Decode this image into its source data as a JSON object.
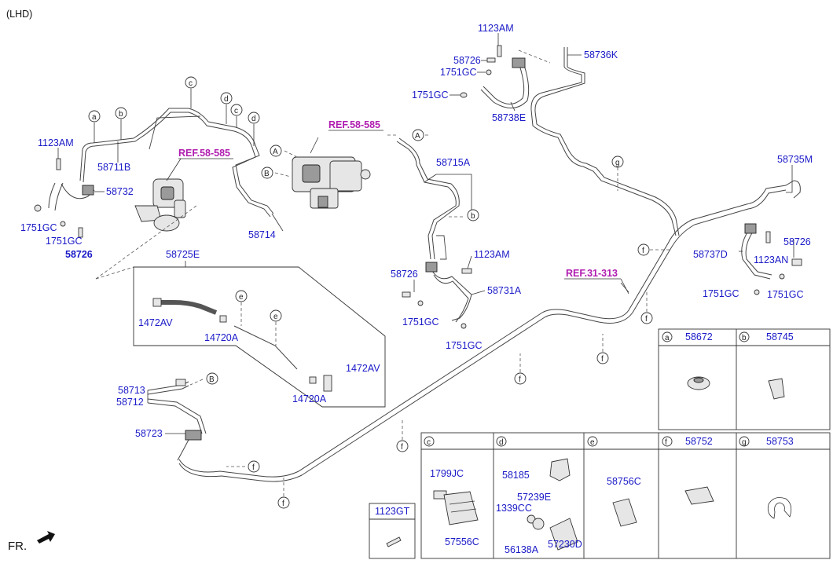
{
  "header": {
    "variant": "(LHD)"
  },
  "footer": {
    "direction": "FR."
  },
  "refs": {
    "ref_a": "REF.58-585",
    "ref_b": "REF.58-585",
    "ref_c": "REF.31-313"
  },
  "labels": {
    "p1123AM_top": "1123AM",
    "p58726_top": "58726",
    "p1751GC_top1": "1751GC",
    "p58736K": "58736K",
    "p1751GC_top2": "1751GC",
    "p58738E": "58738E",
    "p1123AM_left": "1123AM",
    "p58711B": "58711B",
    "p58732": "58732",
    "p1751GC_left1": "1751GC",
    "p1751GC_left2": "1751GC",
    "p58726_left": "58726",
    "p58714": "58714",
    "p58715A": "58715A",
    "p1123AM_mid": "1123AM",
    "p58726_mid": "58726",
    "p58731A": "58731A",
    "p1751GC_mid1": "1751GC",
    "p1751GC_mid2": "1751GC",
    "p58735M": "58735M",
    "p58726_right": "58726",
    "p58737D": "58737D",
    "p1123AN": "1123AN",
    "p1751GC_right1": "1751GC",
    "p1751GC_right2": "1751GC",
    "p58725E": "58725E",
    "p1472AV_a": "1472AV",
    "p14720A_a": "14720A",
    "p1472AV_b": "1472AV",
    "p14720A_b": "14720A",
    "p58713": "58713",
    "p58712": "58712",
    "p58723": "58723"
  },
  "callouts": {
    "a": "a",
    "b": "b",
    "c": "c",
    "d": "d",
    "e": "e",
    "f": "f",
    "g": "g",
    "A": "A",
    "B": "B"
  },
  "table_top": {
    "cells": [
      {
        "letter": "a",
        "part": "58672"
      },
      {
        "letter": "b",
        "part": "58745"
      }
    ]
  },
  "table_bottom": {
    "cells": [
      {
        "letter": "c",
        "parts": [
          "1799JC",
          "57556C"
        ]
      },
      {
        "letter": "d",
        "parts": [
          "58185",
          "57239E",
          "1339CC",
          "56138A",
          "57230D"
        ]
      },
      {
        "letter": "e",
        "parts": [
          "58756C"
        ]
      },
      {
        "letter": "f",
        "part": "58752"
      },
      {
        "letter": "g",
        "part": "58753"
      }
    ]
  },
  "standalone_box": {
    "part": "1123GT"
  },
  "colors": {
    "part_label": "#1a1ac8",
    "reference": "#b01cb0",
    "line": "#444444"
  }
}
